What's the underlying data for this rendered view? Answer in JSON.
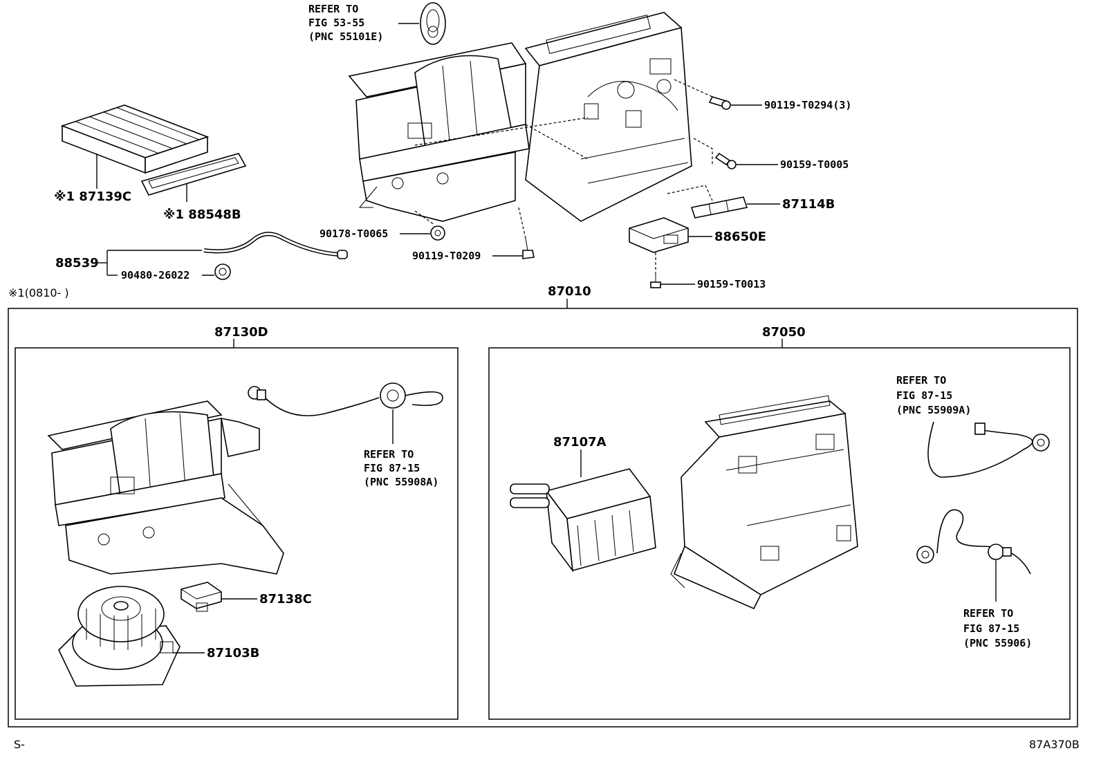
{
  "refs": {
    "fig5355": [
      "REFER TO",
      "FIG 53-55",
      "(PNC 55101E)"
    ],
    "fig8715a": [
      "REFER TO",
      "FIG 87-15",
      "(PNC 55908A)"
    ],
    "fig8715b": [
      "REFER TO",
      "FIG 87-15",
      "(PNC 55909A)"
    ],
    "fig8715c": [
      "REFER TO",
      "FIG 87-15",
      "(PNC 55906)"
    ]
  },
  "parts": {
    "p90119_t0294": "90119-T0294(3)",
    "p90159_t0005": "90159-T0005",
    "p87114b": "87114B",
    "p88650e": "88650E",
    "p90159_t0013": "90159-T0013",
    "p90178_t0065": "90178-T0065",
    "p90119_t0209": "90119-T0209",
    "p88539": "88539",
    "p90480_26022": "90480-26022",
    "p87139c": "※1 87139C",
    "p88548b": "※1 88548B",
    "p87010": "87010",
    "p87130d": "87130D",
    "p87050": "87050",
    "p87107a": "87107A",
    "p87138c": "87138C",
    "p87103b": "87103B"
  },
  "notes": {
    "footnote": "※1(0810-      )",
    "corner_left": "S-",
    "corner_right": "87A370B"
  }
}
